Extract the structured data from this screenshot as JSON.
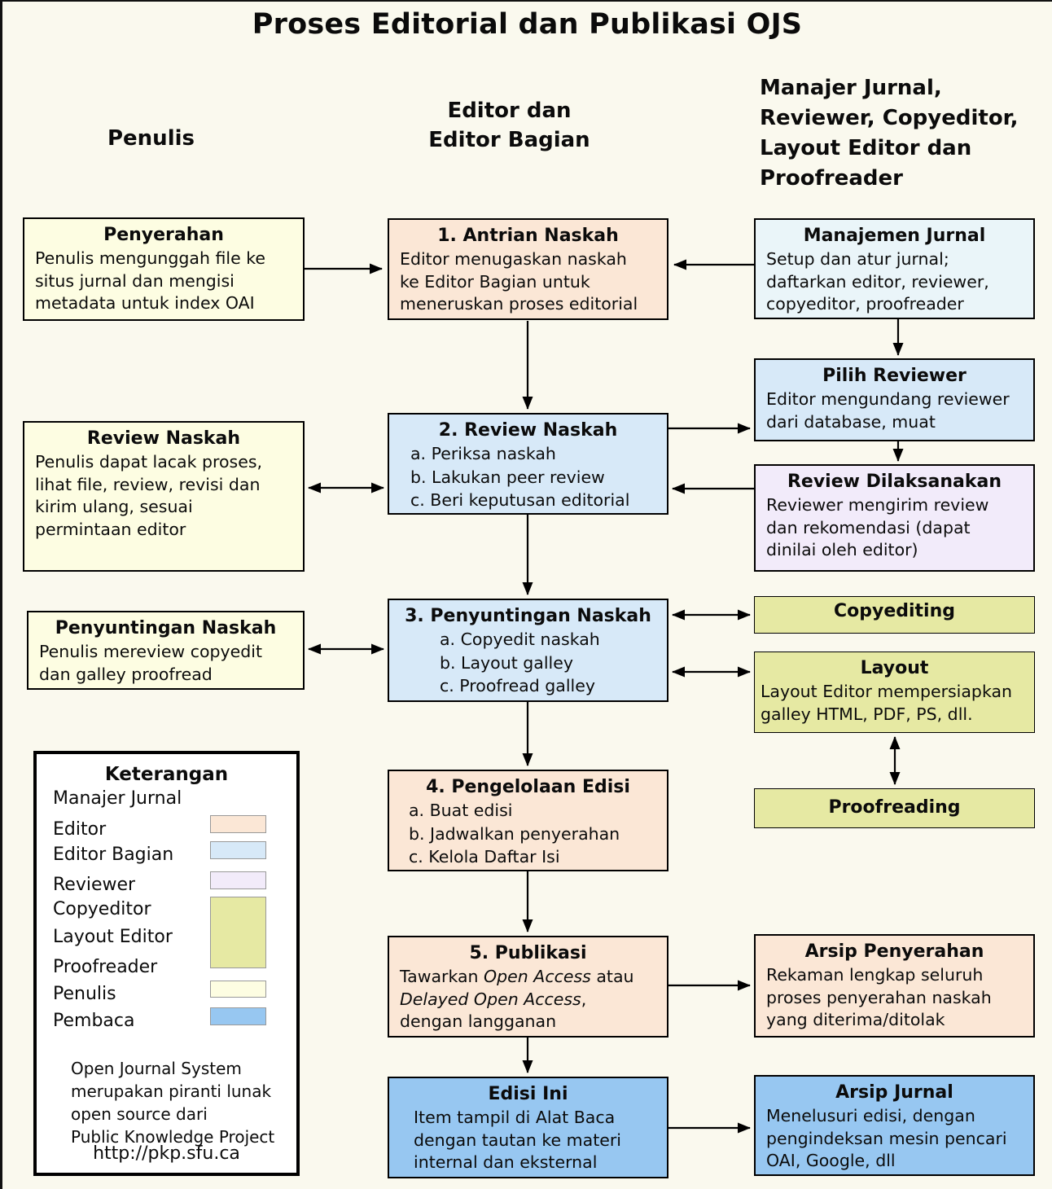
{
  "title": "Proses Editorial dan Publikasi OJS",
  "column_headers": {
    "col1": [
      "Penulis"
    ],
    "col2": [
      "Editor dan",
      "Editor Bagian"
    ],
    "col3": [
      "Manajer Jurnal,",
      "Reviewer, Copyeditor,",
      "Layout Editor dan",
      "Proofreader"
    ]
  },
  "boxes": {
    "penyerahan": {
      "title": "Penyerahan",
      "lines": [
        "Penulis mengunggah file ke",
        "situs jurnal dan mengisi",
        "metadata untuk index OAI"
      ]
    },
    "antrian_naskah": {
      "title": "1. Antrian Naskah",
      "lines": [
        "Editor menugaskan naskah",
        "ke Editor Bagian untuk",
        "meneruskan proses editorial"
      ]
    },
    "manajemen_jurnal": {
      "title": "Manajemen Jurnal",
      "lines": [
        "Setup dan atur jurnal;",
        "daftarkan editor, reviewer,",
        "copyeditor, proofreader"
      ]
    },
    "pilih_reviewer": {
      "title": "Pilih Reviewer",
      "lines": [
        "Editor mengundang reviewer",
        "dari database, muat"
      ]
    },
    "review_dilaksanakan": {
      "title": "Review Dilaksanakan",
      "lines": [
        "Reviewer mengirim review",
        "dan rekomendasi (dapat",
        "dinilai oleh editor)"
      ]
    },
    "review_naskah_penulis": {
      "title": "Review Naskah",
      "lines": [
        "Penulis dapat lacak proses,",
        "lihat file, review, revisi dan",
        "kirim ulang, sesuai",
        "permintaan editor"
      ]
    },
    "review_naskah": {
      "title": "2. Review Naskah",
      "items": [
        "a. Periksa naskah",
        "b. Lakukan peer review",
        "c. Beri keputusan editorial"
      ]
    },
    "penyuntingan_penulis": {
      "title": "Penyuntingan Naskah",
      "lines": [
        "Penulis mereview copyedit",
        "dan galley proofread"
      ]
    },
    "penyuntingan_naskah": {
      "title": "3. Penyuntingan Naskah",
      "items": [
        "a. Copyedit naskah",
        "b. Layout galley",
        "c. Proofread galley"
      ]
    },
    "copyediting": {
      "title": "Copyediting"
    },
    "layout": {
      "title": "Layout",
      "lines": [
        "Layout Editor mempersiapkan",
        "galley HTML, PDF, PS, dll."
      ]
    },
    "proofreading": {
      "title": "Proofreading"
    },
    "pengelolaan_edisi": {
      "title": "4. Pengelolaan Edisi",
      "items": [
        "a. Buat edisi",
        "b. Jadwalkan penyerahan",
        "c. Kelola Daftar Isi"
      ]
    },
    "publikasi": {
      "title": "5. Publikasi",
      "seg1": "Tawarkan ",
      "seg2": "Open Access",
      "seg3": " atau",
      "seg4": "Delayed Open Access",
      "seg5": ",",
      "seg6": "dengan langganan"
    },
    "arsip_penyerahan": {
      "title": "Arsip Penyerahan",
      "lines": [
        "Rekaman lengkap seluruh",
        "proses penyerahan naskah",
        "yang diterima/ditolak"
      ]
    },
    "edisi_ini": {
      "title": "Edisi Ini",
      "lines": [
        "Item tampil di Alat Baca",
        "dengan tautan ke materi",
        "internal dan eksternal"
      ]
    },
    "arsip_jurnal": {
      "title": "Arsip Jurnal",
      "lines": [
        "Menelusuri edisi, dengan",
        "pengindeksan mesin pencari",
        "OAI, Google, dll"
      ]
    }
  },
  "legend": {
    "title": "Keterangan",
    "items": [
      {
        "label": "Manajer Jurnal",
        "swatch": null
      },
      {
        "label": "Editor",
        "swatch": "#FBE7D6"
      },
      {
        "label": "Editor Bagian",
        "swatch": "#D7E9F8"
      },
      {
        "label": "Reviewer",
        "swatch": "#F2EBFA"
      },
      {
        "label": "Copyeditor",
        "swatch": "#E6E9A3"
      },
      {
        "label": "Layout Editor",
        "swatch": "#E6E9A3"
      },
      {
        "label": "Proofreader",
        "swatch": "#E6E9A3"
      },
      {
        "label": "Penulis",
        "swatch": "#FDFDE2"
      },
      {
        "label": "Pembaca",
        "swatch": "#97C7F1"
      }
    ],
    "footer_lines": [
      "Open Journal System",
      "merupakan piranti lunak",
      "open source dari",
      "Public Knowledge Project"
    ],
    "url": "http://pkp.sfu.ca"
  },
  "colors": {
    "background": "#FAF9EE",
    "frame": "#111111",
    "penulis_yellow": "#FDFDE2",
    "editor_peach": "#FBE7D6",
    "editor_bagian_blue": "#D7E9F8",
    "manajer_pale_blue": "#EAF5F9",
    "reviewer_lavender": "#F2EBFA",
    "copyeditor_green": "#E6E9A3",
    "pembaca_blue": "#97C7F1",
    "legend_bg": "#FFFFFF",
    "arrow": "#000000"
  }
}
